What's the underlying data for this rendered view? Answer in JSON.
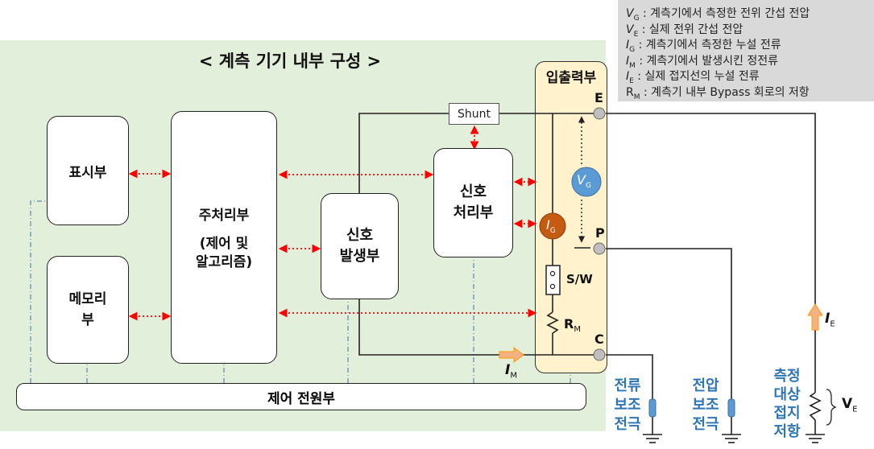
{
  "title": "< 계측 기기 내부 구성 >",
  "blocks": {
    "display": "표시부",
    "memory": "메모리\n부",
    "main_processor": "주처리부",
    "main_processor_sub": "(제어 및\n알고리즘)",
    "signal_generator": "신호\n발생부",
    "signal_processor": "신호\n처리부",
    "io": "입출력부",
    "shunt": "Shunt",
    "power": "제어 전원부"
  },
  "terminals": {
    "e": "E",
    "p": "P",
    "c": "C"
  },
  "components": {
    "sw": "S/W",
    "rm": "R",
    "rm_sub": "M"
  },
  "symbols": {
    "vg": "V",
    "vg_sub": "G",
    "ig": "I",
    "ig_sub": "G",
    "im": "I",
    "im_sub": "M",
    "ie": "I",
    "ie_sub": "E",
    "ve": "V",
    "ve_sub": "E"
  },
  "bottom_labels": {
    "current_electrode": "전류\n보조\n전극",
    "voltage_electrode": "전압\n보조\n전극",
    "target": "측정\n대상\n접지\n저항"
  },
  "legend": [
    {
      "sym": "V",
      "sub": "G",
      "italic": true,
      "text": " : 계측기에서 측정한 전위 간섭 전압"
    },
    {
      "sym": "V",
      "sub": "E",
      "italic": true,
      "text": " : 실제 전위 간섭 전압"
    },
    {
      "sym": "I",
      "sub": "G",
      "italic": true,
      "text": " : 계측기에서 측정한 누설 전류"
    },
    {
      "sym": "I",
      "sub": "M",
      "italic": true,
      "text": " : 계측기에서 발생시킨 정전류"
    },
    {
      "sym": "I",
      "sub": "E",
      "italic": true,
      "text": " : 실제 접지선의 누설 전류"
    },
    {
      "sym": "R",
      "sub": "M",
      "italic": false,
      "text": " : 계측기 내부 Bypass 회로의 저항"
    }
  ],
  "colors": {
    "bg": "#e2efda",
    "io": "#fff2cc",
    "legend": "#d9d9d9",
    "arrow": "#ff0000",
    "vg": "#5b9bd5",
    "ig": "#c55a11",
    "label_blue": "#2e75b6",
    "im_arrow": "#f4b183"
  }
}
